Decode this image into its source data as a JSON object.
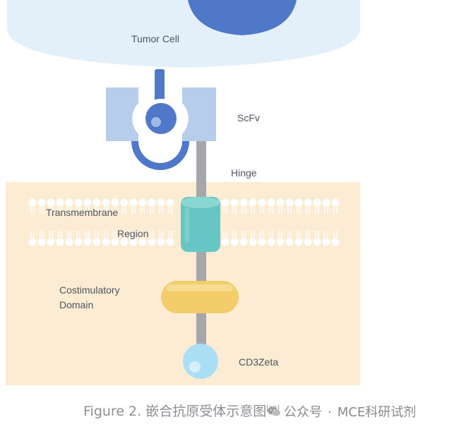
{
  "labels": {
    "tumor_cell": "Tumor Cell",
    "scfv": "ScFv",
    "hinge": "Hinge",
    "transmembrane_line1": "Transmembrane",
    "transmembrane_line2": "Region",
    "costim_line1": "Costimulatory",
    "costim_line2": "Domain",
    "cd3zeta": "CD3Zeta"
  },
  "caption": {
    "text": "Figure 2. 嵌合抗原受体示意图",
    "ref": "[12]"
  },
  "watermark": {
    "icon": "wechat-icon",
    "text1": "公众号",
    "dot": "·",
    "text2": "MCE科研试剂"
  },
  "colors": {
    "tumor_cell": "#e3f0fa",
    "nucleus": "#4f78c8",
    "scfv_block": "#b6cdec",
    "antigen": "#4f78c8",
    "hinge": "#a6a7aa",
    "membrane": "#fbecd3",
    "transmembrane": "#66c6c4",
    "costim": "#f2cd6a",
    "cd3zeta": "#a9def5"
  }
}
